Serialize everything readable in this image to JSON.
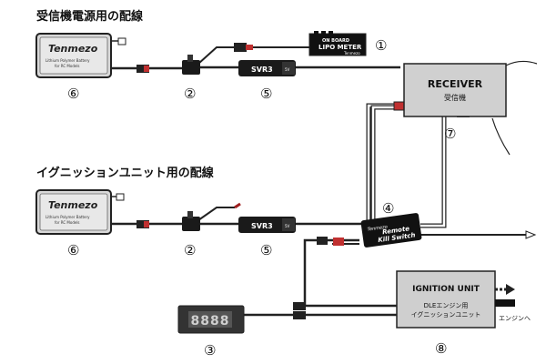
{
  "section1": {
    "title": "受信機電源用の配線"
  },
  "section2": {
    "title": "イグニッションユニット用の配線"
  },
  "battery": {
    "brand": "Tenmezo",
    "line1": "Lithium Polymer Battery",
    "line2": "for RC Models"
  },
  "lipo_meter": {
    "line1": "ON BOARD",
    "line2": "LIPO METER",
    "brand": "Tenmezo"
  },
  "svr": {
    "label": "SVR3",
    "side": "5V"
  },
  "receiver": {
    "name": "RECEIVER",
    "sub": "受信機"
  },
  "kill_switch": {
    "brand": "Tenmezo",
    "line1": "Remote",
    "line2": "Kill Switch"
  },
  "ignition": {
    "title": "IGNITION UNIT",
    "sub1": "DLEエンジン用",
    "sub2": "イグニッションユニット"
  },
  "display": {
    "digits": "8888"
  },
  "engine_arrow": {
    "label": "エンジンへ"
  },
  "numbers": {
    "n1": "①",
    "n2": "②",
    "n3": "③",
    "n4": "④",
    "n5": "⑤",
    "n6": "⑥",
    "n7": "⑦",
    "n8": "⑧",
    "n2b": "②",
    "n5b": "⑤",
    "n6b": "⑥"
  }
}
